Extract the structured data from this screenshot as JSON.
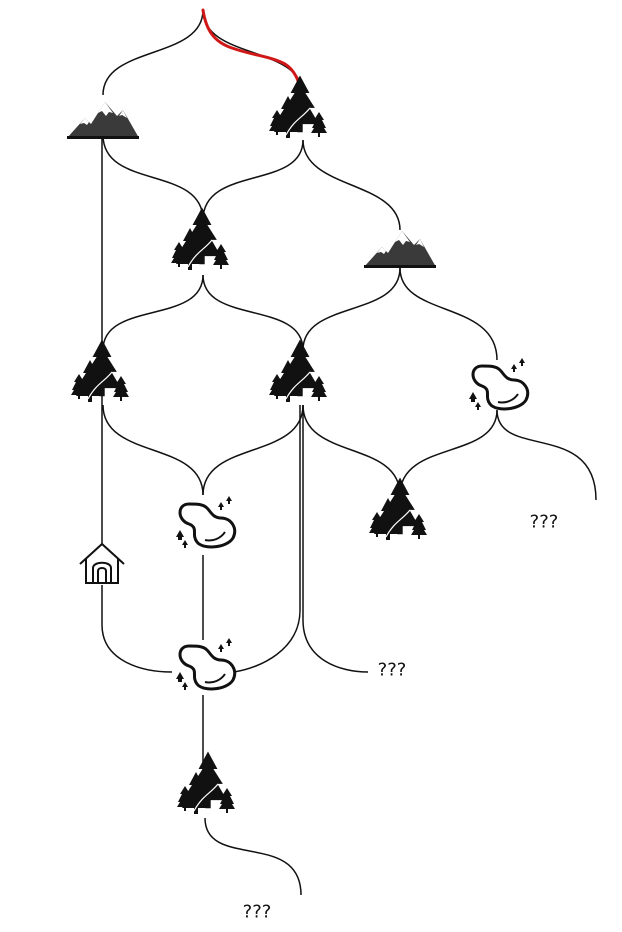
{
  "nodes": [
    {
      "id": "start",
      "kind": "start"
    },
    {
      "id": "n1",
      "kind": "mountain-icon"
    },
    {
      "id": "n2",
      "kind": "forest-icon"
    },
    {
      "id": "n3",
      "kind": "forest-icon"
    },
    {
      "id": "n4",
      "kind": "mountain-icon"
    },
    {
      "id": "n5",
      "kind": "forest-icon"
    },
    {
      "id": "n6",
      "kind": "forest-icon"
    },
    {
      "id": "n7",
      "kind": "lake-icon"
    },
    {
      "id": "n8",
      "kind": "lake-icon"
    },
    {
      "id": "n9",
      "kind": "forest-icon"
    },
    {
      "id": "n10",
      "kind": "house-icon"
    },
    {
      "id": "n11",
      "kind": "lake-icon"
    },
    {
      "id": "n12",
      "kind": "forest-icon"
    },
    {
      "id": "u1",
      "kind": "unknown",
      "label": "???"
    },
    {
      "id": "u2",
      "kind": "unknown",
      "label": "???"
    },
    {
      "id": "u3",
      "kind": "unknown",
      "label": "???"
    }
  ],
  "edges": [
    [
      "start",
      "n1"
    ],
    [
      "start",
      "n2"
    ],
    [
      "n1",
      "n10"
    ],
    [
      "n1",
      "n3"
    ],
    [
      "n2",
      "n3"
    ],
    [
      "n2",
      "n4"
    ],
    [
      "n3",
      "n5"
    ],
    [
      "n3",
      "n6"
    ],
    [
      "n4",
      "n6"
    ],
    [
      "n4",
      "n7"
    ],
    [
      "n5",
      "n8"
    ],
    [
      "n6",
      "n8"
    ],
    [
      "n6",
      "n9"
    ],
    [
      "n6",
      "n11"
    ],
    [
      "n6",
      "u2"
    ],
    [
      "n7",
      "n9"
    ],
    [
      "n7",
      "u1"
    ],
    [
      "n8",
      "n11"
    ],
    [
      "n10",
      "n11"
    ],
    [
      "n11",
      "n12"
    ],
    [
      "n12",
      "u3"
    ]
  ],
  "highlighted_route": [
    "start",
    "n2"
  ],
  "colors": {
    "route": "#d01818",
    "ink": "#111111",
    "snow": "#ffffff",
    "rock": "#3a3a3a"
  }
}
